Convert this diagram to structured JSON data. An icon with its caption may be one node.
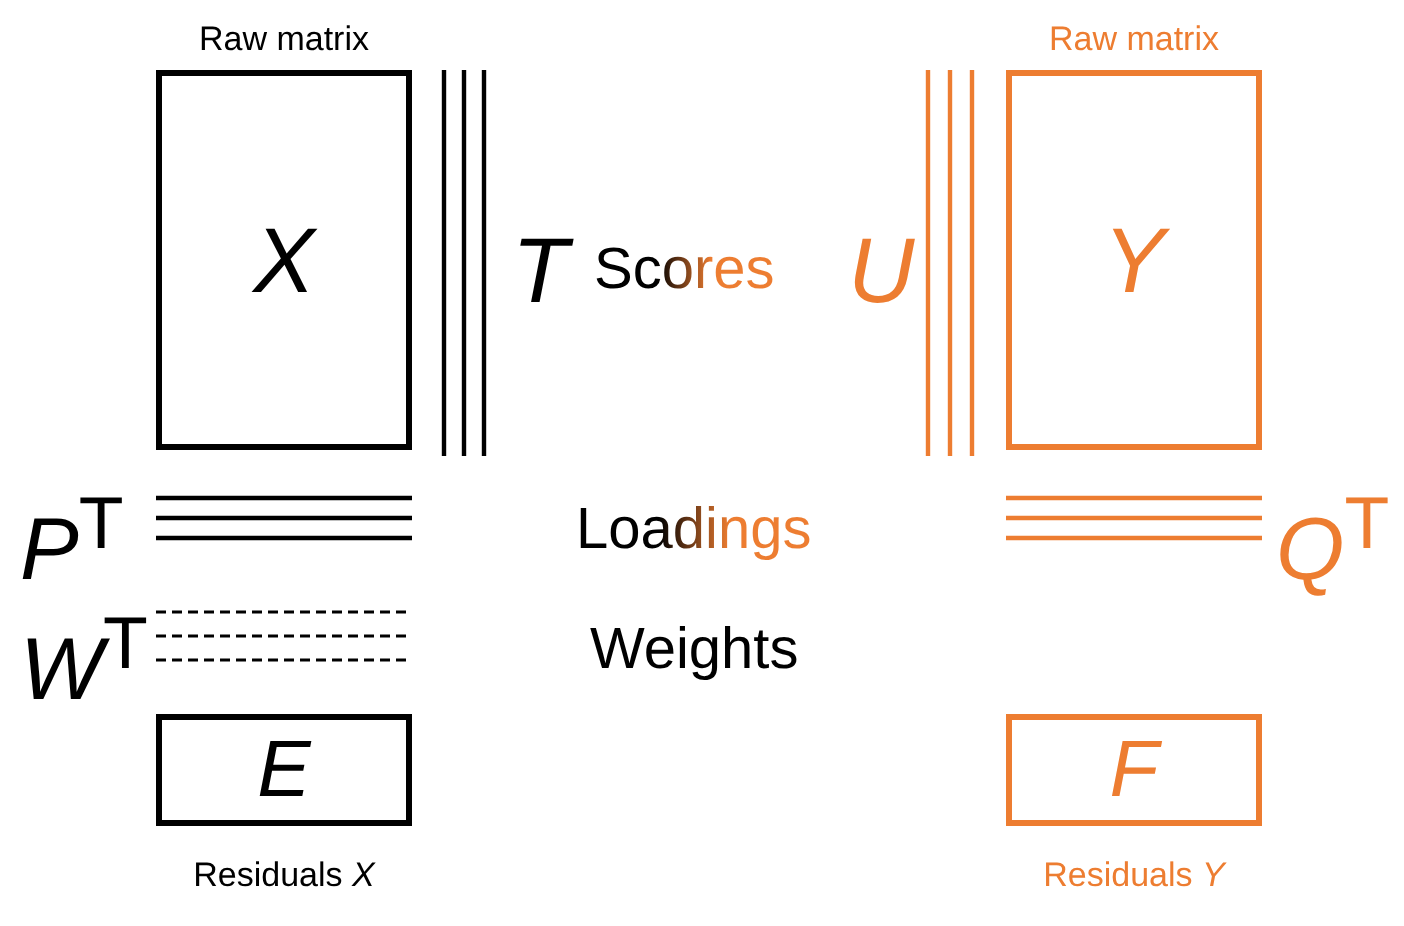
{
  "diagram": {
    "nodes": [
      {
        "text": [
          "Raw matrix",
          "X"
        ]
      },
      {
        "text": [
          "Raw matrix",
          "Y"
        ]
      },
      {
        "text": [
          "E",
          "Residuals *X*"
        ]
      },
      {
        "text": [
          "F",
          "Residuals *Y*"
        ]
      }
    ],
    "labels": [
      "T",
      "Scores",
      "U",
      "*P*$^{T}$",
      "Loadings",
      "*Q*$^{T}$",
      "*W*$^{T}$",
      "Weights"
    ]
  }
}
